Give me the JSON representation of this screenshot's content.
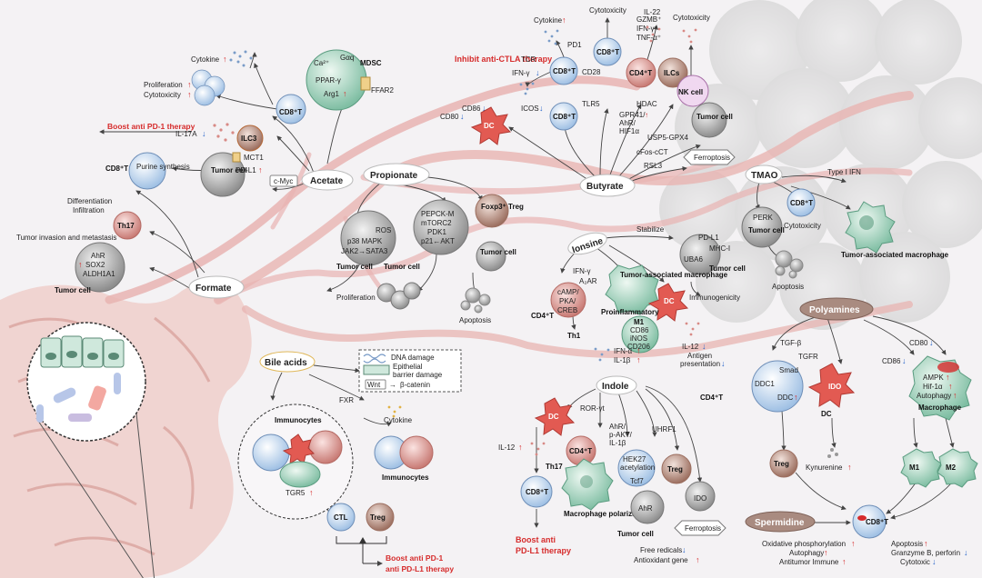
{
  "hubs": {
    "acetate": "Acetate",
    "propionate": "Propionate",
    "butyrate": "Butyrate",
    "formate": "Formate",
    "bile_acids": "Bile acids",
    "indole": "Indole",
    "tmao": "TMAO",
    "inosine": "Ionsine",
    "polyamines": "Polyamines",
    "spermidine": "Spermidine"
  },
  "acetate": {
    "cytokine": "Cytokine",
    "proliferation": "Proliferation",
    "cytotoxicity": "Cytotoxicity",
    "cd8": "CD8⁺T",
    "mdsc": "MDSC",
    "ca": "Ca²⁺",
    "gaq": "Gαq",
    "ppar": "PPAR-γ",
    "arg1": "Arg1",
    "ffar2": "FFAR2",
    "boost_pd1": "Boost anti PD-1 therapy",
    "il17a": "IL-17A",
    "ilc3": "ILC3",
    "mct1": "MCT1",
    "pdl1": "PD-L1",
    "tumor": "Tumor cell",
    "cmyc": "c-Myc",
    "cd8_label": "CD8⁺T",
    "purine": "Purine synthesis"
  },
  "formate": {
    "differentiation": "Differentiation",
    "infiltration": "Infiltration",
    "th17": "Th17",
    "invasion": "Tumor invasion and metastasis",
    "ahr": "AhR",
    "sox2": "SOX2",
    "aldh": "ALDH1A1",
    "tumor": "Tumor cell"
  },
  "propionate": {
    "ros": "ROS",
    "p38": "p38 MAPK",
    "jak": "JAK2→SATA3",
    "tumor": "Tumor cell",
    "pepck": "PEPCK-M",
    "mtorc2": "mTORC2",
    "pdk1": "PDK1",
    "p21": "p21←AKT",
    "foxp3": "Foxp3⁺ Treg",
    "tumor2": "Tumor cell",
    "proliferation": "Proliferation",
    "apoptosis": "Apoptosis"
  },
  "butyrate": {
    "inhibit_ctla": "Inhibit anti-CTLA therapy",
    "cytokine": "Cytokine",
    "tcr": "TCR",
    "pd1": "PD1",
    "ifn": "IFN-γ",
    "cd8": "CD8⁺T",
    "cd28": "CD28",
    "cytotoxicity": "Cytotoxicity",
    "gzmb": "GZMB⁺",
    "ifng": "IFN-γ⁺",
    "tnfa": "TNF-α⁺",
    "il22": "IL-22",
    "cytotoxicity2": "Cytotoxicity",
    "cd4": "CD4⁺T",
    "ilcs": "ILCs",
    "nk": "NK cell",
    "cd86": "CD86",
    "cd80": "CD80",
    "dc": "DC",
    "icos": "ICOS",
    "tlr5": "TLR5",
    "hdac": "HDAC",
    "gpr41": "GPR41/",
    "ahr": "AhR/",
    "hif": "HIF1α",
    "tumor": "Tumor cell",
    "usp5": "USP5-GPX4",
    "cfos": "cFos-cCT",
    "rsl3": "RSL3",
    "ferroptosis": "Ferroptosis"
  },
  "tmao": {
    "type1": "Type I IFN",
    "perk": "PERK",
    "tumor": "Tumor cell",
    "cd8": "CD8⁺T",
    "cytotoxicity": "Cytotoxicity",
    "apoptosis": "Apoptosis",
    "tam": "Tumor-associated macrophage"
  },
  "inosine": {
    "stabilize": "Stabilize",
    "pdl1": "PD-L1",
    "mhc": "MHC-I",
    "uba6": "UBA6",
    "tumor": "Tumor cell",
    "immunogenicity": "Immunogenicity",
    "ifng": "IFN-γ",
    "a2ar": "A₂AR",
    "camp": "cAMP/",
    "pka": "PKA/",
    "creb": "CREB",
    "cd4": "CD4⁺T",
    "th1": "Th1",
    "tam": "Tumor-associated macrophage",
    "dc": "DC",
    "proinflammatory": "Proinflammatory",
    "m1": "M1",
    "cd86": "CD86",
    "inos": "iNOS",
    "cd206": "CD206",
    "ifna": "IFN-α",
    "il1b": "IL-1β",
    "il12": "IL-12",
    "antigen": "Antigen",
    "presentation": "presentation"
  },
  "bile": {
    "dna": "DNA damage",
    "epithelial": "Epithelial",
    "barrier": "barrier damage",
    "wnt": "Wnt",
    "bcat": "β-catenin",
    "fxr": "FXR",
    "cytokine": "Cytokine",
    "immunocytes": "Immunocytes",
    "immunocytes2": "Immunocytes",
    "tgr5": "TGR5",
    "ctl": "CTL",
    "treg": "Treg",
    "boost1": "Boost anti PD-1",
    "boost2": "anti PD-L1 therapy"
  },
  "indole": {
    "ror": "ROR-γt",
    "dc": "DC",
    "il12": "IL-12",
    "cd4": "CD4⁺T",
    "th17": "Th17",
    "cd8": "CD8⁺T",
    "boost1": "Boost anti",
    "boost2": "PD-L1 therapy",
    "ahr": "AhR/",
    "pakt": "p-AKT/",
    "il1b": "IL-1β",
    "hek27": "HEK27",
    "acetylation": "acetylation",
    "tcf7": "Tcf7",
    "polarization": "Macrophage polarization",
    "uhrf1": "UHRF1",
    "treg": "Treg",
    "ido": "IDO",
    "ahr2": "AhR",
    "tumor": "Tumor cell",
    "ferroptosis": "Ferroptosis",
    "free": "Free redicals",
    "antioxidant": "Antioxidant gene"
  },
  "polyamines": {
    "tgfb": "TGF-β",
    "tgfr": "TGFR",
    "smad": "Smad",
    "ddc1": "DDC1",
    "ddc": "DDC",
    "cd4": "CD4⁺T",
    "ido": "IDO",
    "dc": "DC",
    "cd80": "CD80",
    "cd86": "CD86",
    "ampk": "AMPK",
    "hif": "Hif-1α",
    "autophagy": "Autophagy",
    "macrophage": "Macrophage",
    "treg": "Treg",
    "kynurenine": "Kynurenine",
    "m1": "M1",
    "m2": "M2",
    "cd8": "CD8⁺T",
    "oxidative": "Oxidative phosphorylation",
    "autophagy2": "Autophagy",
    "antitumor": "Antitumor Immune",
    "apoptosis": "Apoptosis",
    "granzyme": "Granzyme B, perforin",
    "cytotoxic": "Cytotoxic"
  },
  "colors": {
    "vessel": "#e8b4b2",
    "accent_red": "#d62c2c",
    "hub_fill": "#ffffff",
    "cd8_blue": "#cfe0f2",
    "tumor_gray": "#b9b9b9",
    "macro_green": "#b9dccd",
    "dc_red": "#e25a52",
    "treg_brown": "#b58a7a"
  }
}
